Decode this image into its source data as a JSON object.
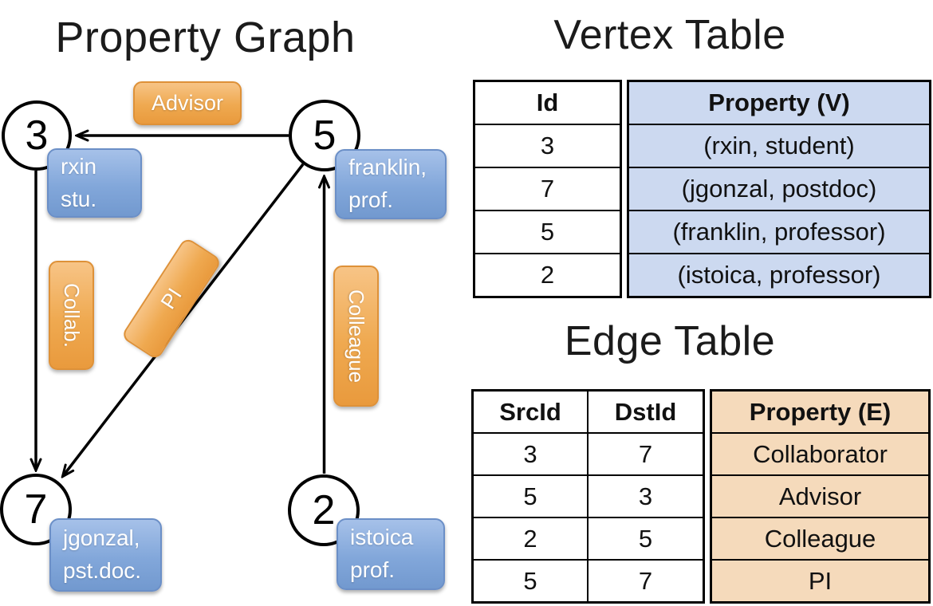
{
  "titles": {
    "property_graph": "Property Graph",
    "vertex_table": "Vertex Table",
    "edge_table": "Edge Table"
  },
  "graph": {
    "node3": {
      "id": "3",
      "prop_line1": "rxin",
      "prop_line2": "stu."
    },
    "node5": {
      "id": "5",
      "prop_line1": "franklin,",
      "prop_line2": "prof."
    },
    "node7": {
      "id": "7",
      "prop_line1": "jgonzal,",
      "prop_line2": "pst.doc."
    },
    "node2": {
      "id": "2",
      "prop_line1": "istoica",
      "prop_line2": "prof."
    },
    "edge_labels": {
      "advisor": "Advisor",
      "collab": "Collab.",
      "pi": "PI",
      "colleague": "Colleague"
    }
  },
  "vertex_table": {
    "headers": {
      "id": "Id",
      "property": "Property (V)"
    },
    "rows": [
      {
        "id": "3",
        "property": "(rxin, student)"
      },
      {
        "id": "7",
        "property": "(jgonzal, postdoc)"
      },
      {
        "id": "5",
        "property": "(franklin, professor)"
      },
      {
        "id": "2",
        "property": "(istoica, professor)"
      }
    ]
  },
  "edge_table": {
    "headers": {
      "src": "SrcId",
      "dst": "DstId",
      "property": "Property (E)"
    },
    "rows": [
      {
        "src": "3",
        "dst": "7",
        "property": "Collaborator"
      },
      {
        "src": "5",
        "dst": "3",
        "property": "Advisor"
      },
      {
        "src": "2",
        "dst": "5",
        "property": "Colleague"
      },
      {
        "src": "5",
        "dst": "7",
        "property": "PI"
      }
    ]
  },
  "colors": {
    "edge_label_fill": "#efa54c",
    "node_property_fill": "#82a7da",
    "vertex_property_cell": "#ccd9f0",
    "edge_property_cell": "#f5dabb",
    "line_color": "#000000"
  }
}
